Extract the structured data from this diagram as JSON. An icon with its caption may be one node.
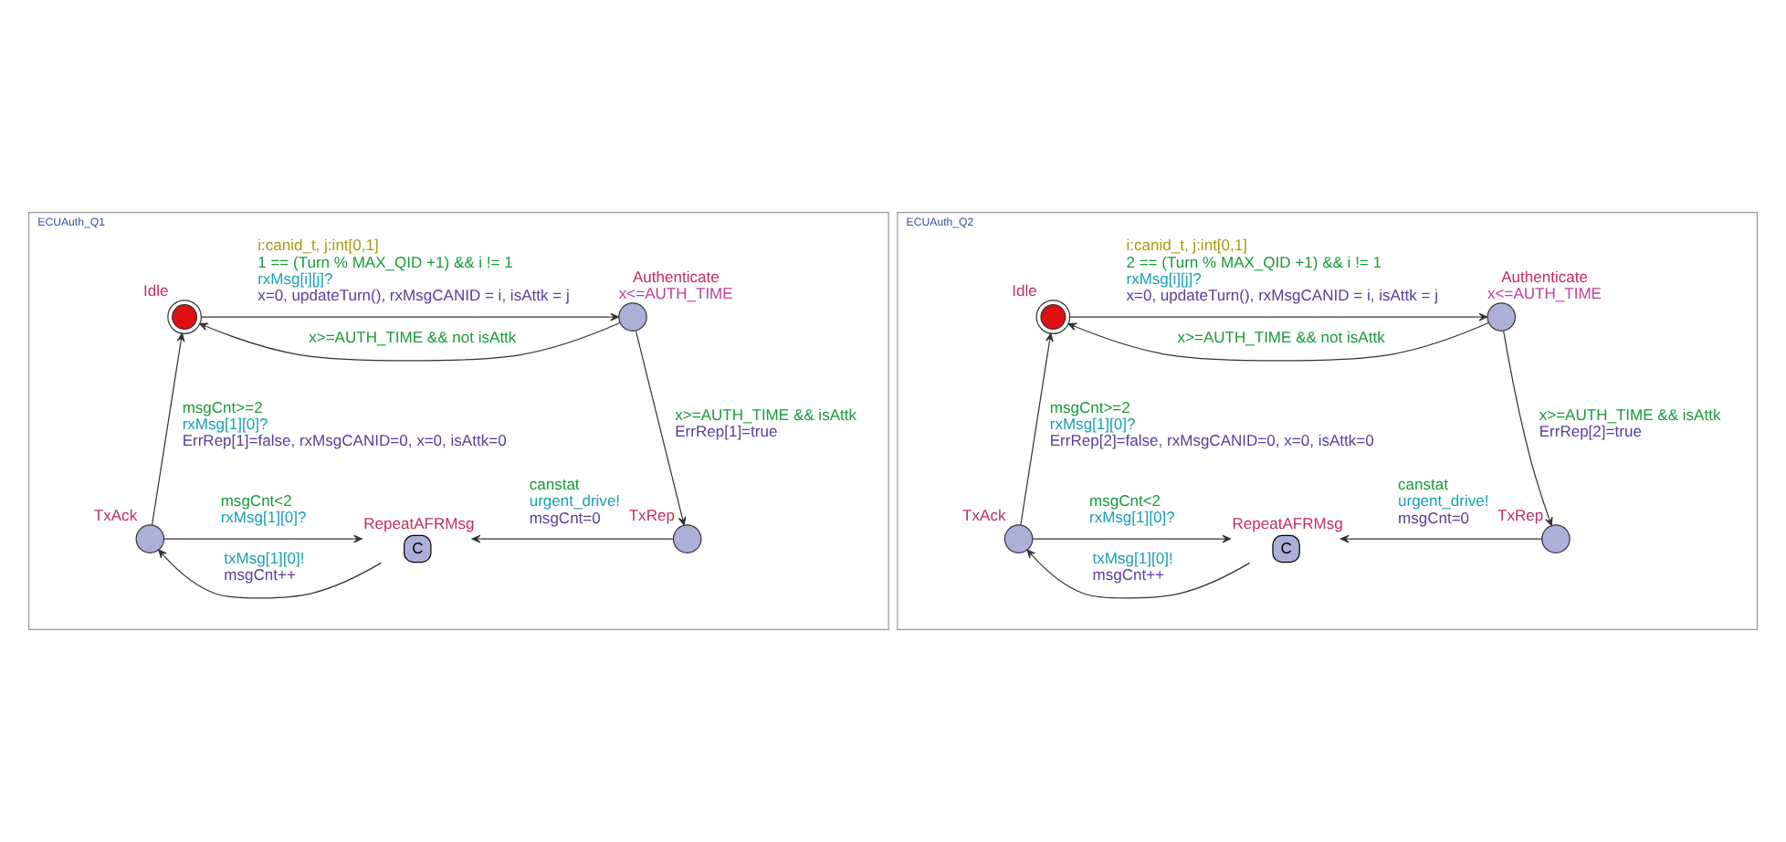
{
  "diagram": {
    "nodes": [
      {
        "text": [
          "ECUAuth_Q1"
        ]
      },
      {
        "text": [
          "Idle"
        ],
        "in": 0
      },
      {
        "text": [
          "Authenticate"
        ],
        "in": 0,
        "beside": [
          "x<=AUTH_TIME"
        ]
      },
      {
        "text": [
          "TxRep"
        ],
        "in": 0
      },
      {
        "text": [
          "RepeatAFRMsg",
          "C"
        ],
        "in": 0
      },
      {
        "text": [
          "TxAck"
        ],
        "in": 0
      },
      {
        "text": [
          "ECUAuth_Q2"
        ]
      },
      {
        "text": [
          "Idle"
        ],
        "in": 6
      },
      {
        "text": [
          "Authenticate"
        ],
        "in": 6,
        "beside": [
          "x<=AUTH_TIME"
        ]
      },
      {
        "text": [
          "TxRep"
        ],
        "in": 6
      },
      {
        "text": [
          "RepeatAFRMsg",
          "C"
        ],
        "in": 6
      },
      {
        "text": [
          "TxAck"
        ],
        "in": 6
      }
    ],
    "edges": [
      {
        "from": 1,
        "to": 2,
        "arrow": "to",
        "label": [
          "i:canid_t, j:int[0,1]",
          "1 == (Turn % MAX_QID +1) && i != 1",
          "rxMsg[i][j]?",
          "x=0, updateTurn(), rxMsgCANID = i, isAttk = j"
        ]
      },
      {
        "from": 2,
        "to": 1,
        "arrow": "to",
        "label": [
          "x>=AUTH_TIME && not isAttk"
        ]
      },
      {
        "from": 2,
        "to": 3,
        "arrow": "to",
        "label": [
          "x>=AUTH_TIME && isAttk",
          "ErrRep[1]=true"
        ]
      },
      {
        "from": 3,
        "to": 4,
        "arrow": "to",
        "label": [
          "canstat",
          "urgent_drive!",
          "msgCnt=0"
        ]
      },
      {
        "from": 4,
        "to": 5,
        "arrow": "to",
        "label": [
          "txMsg[1][0]!",
          "msgCnt++"
        ]
      },
      {
        "from": 5,
        "to": 4,
        "arrow": "to",
        "label": [
          "msgCnt<2",
          "rxMsg[1][0]?"
        ]
      },
      {
        "from": 5,
        "to": 1,
        "arrow": "to",
        "label": [
          "msgCnt>=2",
          "rxMsg[1][0]?",
          "ErrRep[1]=false, rxMsgCANID=0, x=0, isAttk=0"
        ]
      },
      {
        "from": 7,
        "to": 8,
        "arrow": "to",
        "label": [
          "i:canid_t, j:int[0,1]",
          "2 == (Turn % MAX_QID +1) && i != 1",
          "rxMsg[i][j]?",
          "x=0, updateTurn(), rxMsgCANID = i, isAttk = j"
        ]
      },
      {
        "from": 8,
        "to": 7,
        "arrow": "to",
        "label": [
          "x>=AUTH_TIME && not isAttk"
        ]
      },
      {
        "from": 8,
        "to": 9,
        "arrow": "to",
        "label": [
          "x>=AUTH_TIME && isAttk",
          "ErrRep[2]=true"
        ]
      },
      {
        "from": 9,
        "to": 10,
        "arrow": "to",
        "label": [
          "canstat",
          "urgent_drive!",
          "msgCnt=0"
        ]
      },
      {
        "from": 10,
        "to": 11,
        "arrow": "to",
        "label": [
          "txMsg[1][0]!",
          "msgCnt++"
        ]
      },
      {
        "from": 11,
        "to": 10,
        "arrow": "to",
        "label": [
          "msgCnt<2",
          "rxMsg[1][0]?"
        ]
      },
      {
        "from": 11,
        "to": 7,
        "arrow": "to",
        "label": [
          "msgCnt>=2",
          "rxMsg[1][0]?",
          "ErrRep[2]=false, rxMsgCANID=0, x=0, isAttk=0"
        ]
      }
    ]
  }
}
